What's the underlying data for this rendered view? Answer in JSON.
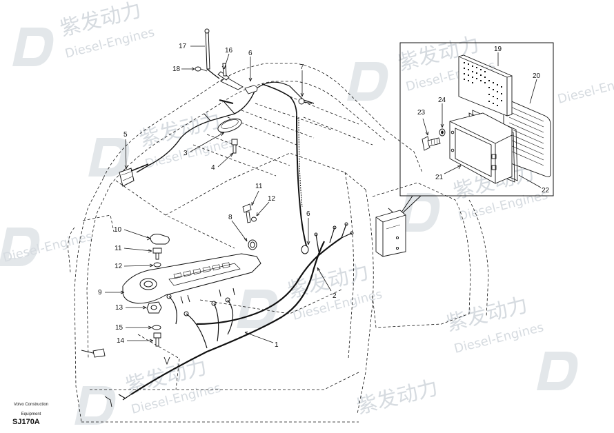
{
  "watermark": {
    "brand_cn": "紫发动力",
    "brand_en": "Diesel-Engines"
  },
  "footer": {
    "company_line1": "Volvo Construction",
    "company_line2": "Equipment",
    "drawing_code": "SJ170A"
  },
  "callouts": {
    "c1": "1",
    "c2": "2",
    "c3": "3",
    "c4": "4",
    "c5": "5",
    "c6a": "6",
    "c6b": "6",
    "c7": "7",
    "c8": "8",
    "c9": "9",
    "c10": "10",
    "c11a": "11",
    "c11b": "11",
    "c12a": "12",
    "c12b": "12",
    "c13": "13",
    "c14": "14",
    "c15": "15",
    "c16": "16",
    "c17": "17",
    "c18": "18",
    "c19": "19",
    "c20": "20",
    "c21": "21",
    "c22": "22",
    "c23": "23",
    "c24": "24"
  },
  "colors": {
    "line": "#111111",
    "watermark": "#d6dbe0",
    "background": "#ffffff"
  }
}
